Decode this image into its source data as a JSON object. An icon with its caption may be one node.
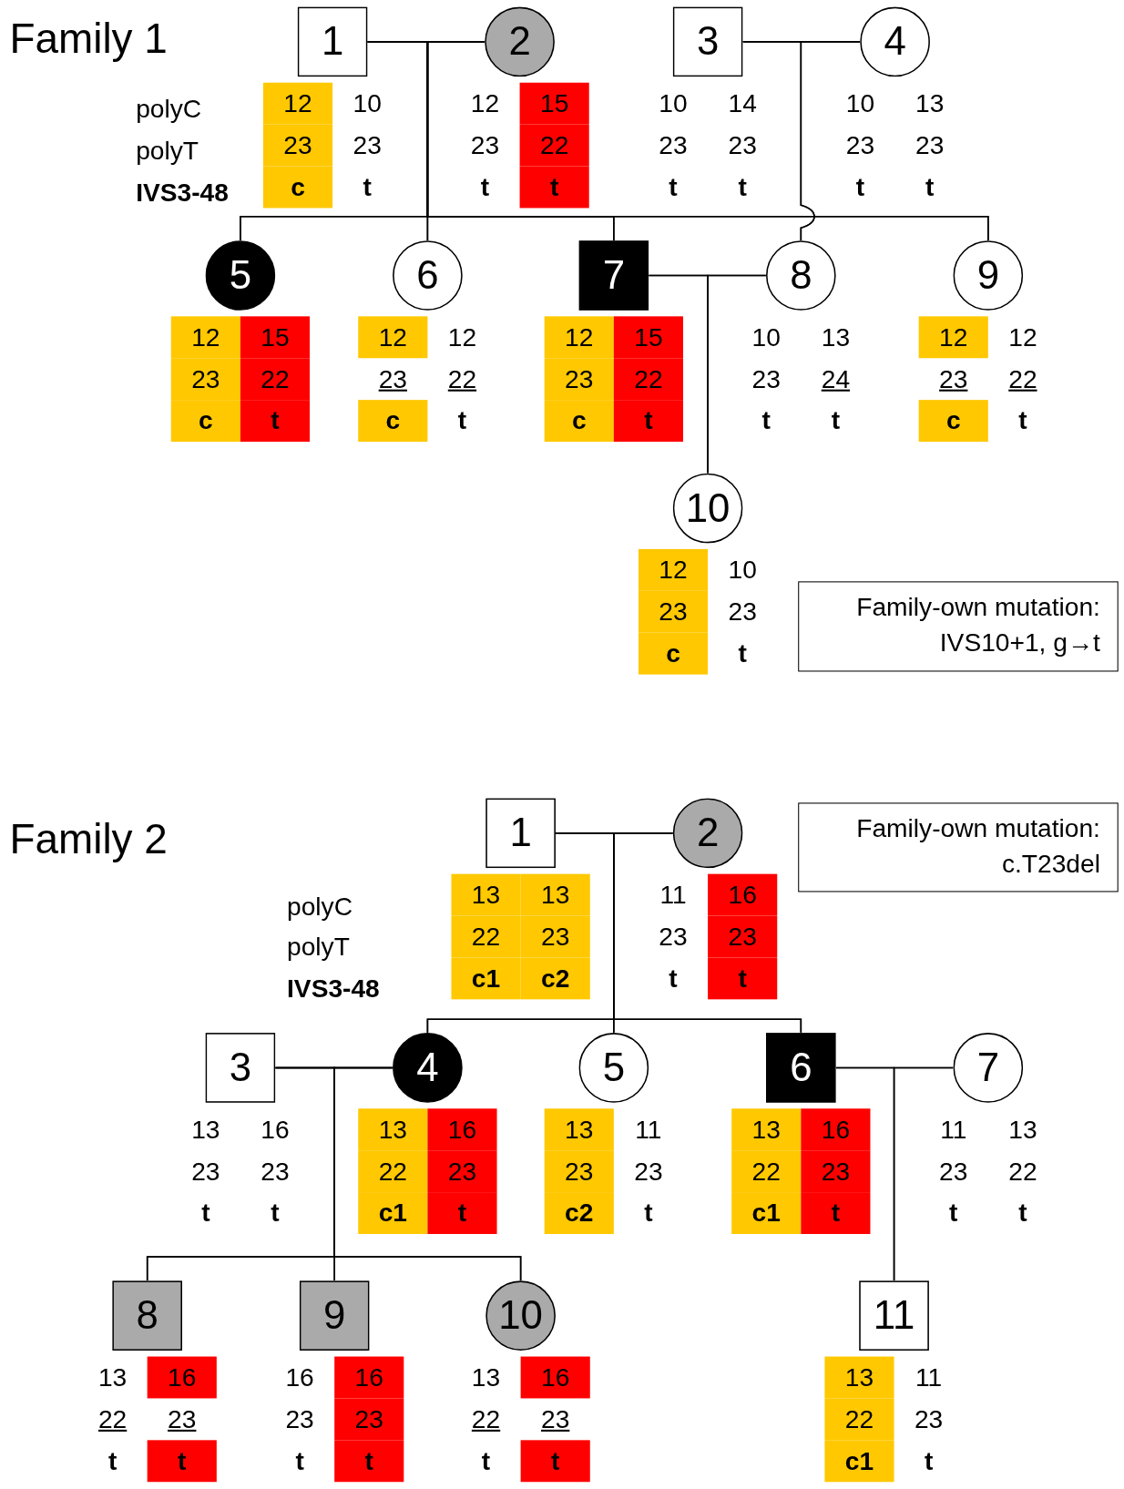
{
  "diagram": {
    "nodes": [
      {
        "text": [
          "1"
        ],
        "beside": [
          "12",
          "23",
          "c",
          "10",
          "23",
          "t"
        ]
      },
      {
        "text": [
          "2"
        ],
        "beside": [
          "12",
          "23",
          "t",
          "15",
          "22",
          "t"
        ]
      },
      {
        "text": [
          "3"
        ],
        "beside": [
          "10",
          "23",
          "t",
          "14",
          "23",
          "t"
        ]
      },
      {
        "text": [
          "4"
        ],
        "beside": [
          "10",
          "23",
          "t",
          "13",
          "23",
          "t"
        ]
      },
      {
        "text": [
          "5"
        ],
        "beside": [
          "12",
          "23",
          "c",
          "15",
          "22",
          "t"
        ]
      },
      {
        "text": [
          "6"
        ],
        "beside": [
          "12",
          "23",
          "c",
          "12",
          "22",
          "t"
        ]
      },
      {
        "text": [
          "7"
        ],
        "beside": [
          "12",
          "23",
          "c",
          "15",
          "22",
          "t"
        ]
      },
      {
        "text": [
          "8"
        ],
        "beside": [
          "10",
          "23",
          "t",
          "13",
          "24",
          "t"
        ]
      },
      {
        "text": [
          "9"
        ],
        "beside": [
          "12",
          "23",
          "c",
          "12",
          "22",
          "t"
        ]
      },
      {
        "text": [
          "10"
        ],
        "beside": [
          "12",
          "23",
          "c",
          "10",
          "23",
          "t"
        ]
      },
      {
        "text": [
          "Family-own mutation: IVS10+1, g→t"
        ]
      },
      {
        "text": [
          "1"
        ],
        "beside": [
          "13",
          "22",
          "c1",
          "13",
          "23",
          "c2"
        ]
      },
      {
        "text": [
          "2"
        ],
        "beside": [
          "11",
          "23",
          "t",
          "16",
          "23",
          "t"
        ]
      },
      {
        "text": [
          "Family-own mutation: c.T23del"
        ]
      },
      {
        "text": [
          "3"
        ],
        "beside": [
          "13",
          "23",
          "t",
          "16",
          "23",
          "t"
        ]
      },
      {
        "text": [
          "4"
        ],
        "beside": [
          "13",
          "22",
          "c1",
          "16",
          "23",
          "t"
        ]
      },
      {
        "text": [
          "5"
        ],
        "beside": [
          "13",
          "23",
          "c2",
          "11",
          "23",
          "t"
        ]
      },
      {
        "text": [
          "6"
        ],
        "beside": [
          "13",
          "22",
          "c1",
          "16",
          "23",
          "t"
        ]
      },
      {
        "text": [
          "7"
        ],
        "beside": [
          "11",
          "23",
          "t",
          "13",
          "22",
          "t"
        ]
      },
      {
        "text": [
          "8"
        ],
        "beside": [
          "13",
          "22",
          "t",
          "16",
          "23",
          "t"
        ]
      },
      {
        "text": [
          "9"
        ],
        "beside": [
          "16",
          "23",
          "t",
          "16",
          "23",
          "t"
        ]
      },
      {
        "text": [
          "10"
        ],
        "beside": [
          "13",
          "22",
          "t",
          "16",
          "23",
          "t"
        ]
      },
      {
        "text": [
          "11"
        ],
        "beside": [
          "13",
          "22",
          "c1",
          "11",
          "23",
          "t"
        ]
      }
    ],
    "edges": [
      {
        "from": 0,
        "to": 1,
        "arrow": "none"
      },
      {
        "from": 2,
        "to": 3,
        "arrow": "none"
      },
      {
        "from": 0,
        "to": 4,
        "arrow": "none"
      },
      {
        "from": 1,
        "to": 4,
        "arrow": "none"
      },
      {
        "from": 0,
        "to": 5,
        "arrow": "none"
      },
      {
        "from": 1,
        "to": 5,
        "arrow": "none"
      },
      {
        "from": 0,
        "to": 6,
        "arrow": "none"
      },
      {
        "from": 1,
        "to": 6,
        "arrow": "none"
      },
      {
        "from": 2,
        "to": 7,
        "arrow": "none"
      },
      {
        "from": 3,
        "to": 7,
        "arrow": "none"
      },
      {
        "from": 0,
        "to": 8,
        "arrow": "none"
      },
      {
        "from": 1,
        "to": 8,
        "arrow": "none"
      },
      {
        "from": 6,
        "to": 7,
        "arrow": "none"
      },
      {
        "from": 6,
        "to": 9,
        "arrow": "none"
      },
      {
        "from": 7,
        "to": 9,
        "arrow": "none"
      },
      {
        "from": 11,
        "to": 12,
        "arrow": "none"
      },
      {
        "from": 14,
        "to": 15,
        "arrow": "none"
      },
      {
        "from": 11,
        "to": 15,
        "arrow": "none"
      },
      {
        "from": 12,
        "to": 15,
        "arrow": "none"
      },
      {
        "from": 11,
        "to": 16,
        "arrow": "none"
      },
      {
        "from": 12,
        "to": 16,
        "arrow": "none"
      },
      {
        "from": 11,
        "to": 17,
        "arrow": "none"
      },
      {
        "from": 12,
        "to": 17,
        "arrow": "none"
      },
      {
        "from": 17,
        "to": 18,
        "arrow": "none"
      },
      {
        "from": 14,
        "to": 19,
        "arrow": "none"
      },
      {
        "from": 15,
        "to": 19,
        "arrow": "none"
      },
      {
        "from": 14,
        "to": 20,
        "arrow": "none"
      },
      {
        "from": 15,
        "to": 20,
        "arrow": "none"
      },
      {
        "from": 14,
        "to": 21,
        "arrow": "none"
      },
      {
        "from": 15,
        "to": 21,
        "arrow": "none"
      },
      {
        "from": 17,
        "to": 22,
        "arrow": "none"
      },
      {
        "from": 18,
        "to": 22,
        "arrow": "none"
      }
    ],
    "labels": [
      "Family 1",
      "polyC",
      "polyT",
      "IVS3-48",
      "Family 2",
      "polyC",
      "polyT",
      "IVS3-48"
    ]
  }
}
